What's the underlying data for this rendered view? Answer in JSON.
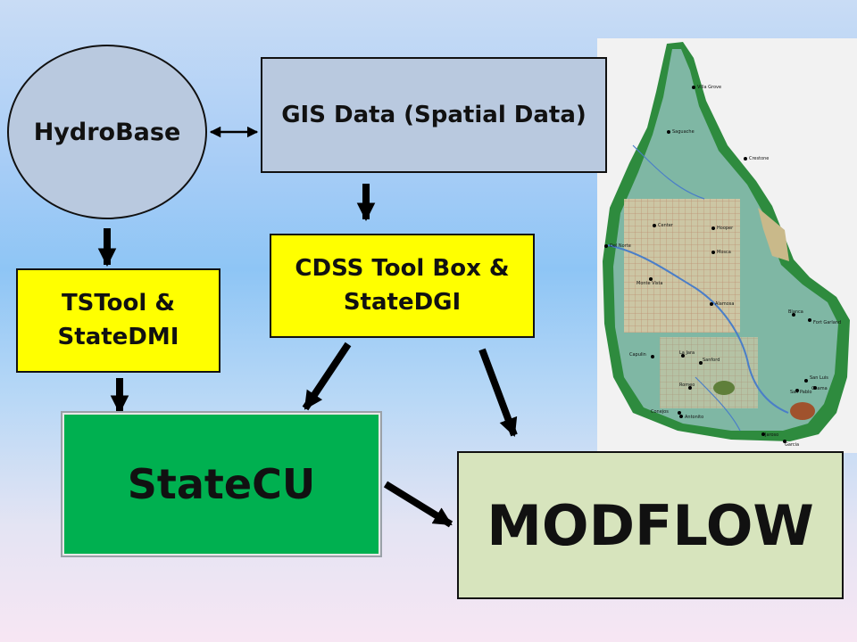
{
  "nodes": {
    "hydrobase": "HydroBase",
    "gis": "GIS Data (Spatial Data)",
    "cdss_line1": "CDSS Tool Box &",
    "cdss_line2": "StateDGI",
    "tstool_line1": "TSTool &",
    "tstool_line2": "StateDMI",
    "statecu": "StateCU",
    "modflow": "MODFLOW"
  },
  "map": {
    "towns": [
      "Villa Grove",
      "Saguache",
      "Crestone",
      "Center",
      "Hooper",
      "Del Norte",
      "Mosca",
      "Monte Vista",
      "Alamosa",
      "Blanca",
      "Fort Garland",
      "Capulin",
      "La Jara",
      "Sanford",
      "Romeo",
      "San Luis",
      "San Pablo",
      "Chama",
      "Conejos",
      "Antonito",
      "Jaroso",
      "Garcia"
    ]
  },
  "colors": {
    "gis_fill": "#b9c9df",
    "tool_fill": "#ffff00",
    "statecu_fill": "#00b050",
    "modflow_fill": "#d7e4bd"
  }
}
